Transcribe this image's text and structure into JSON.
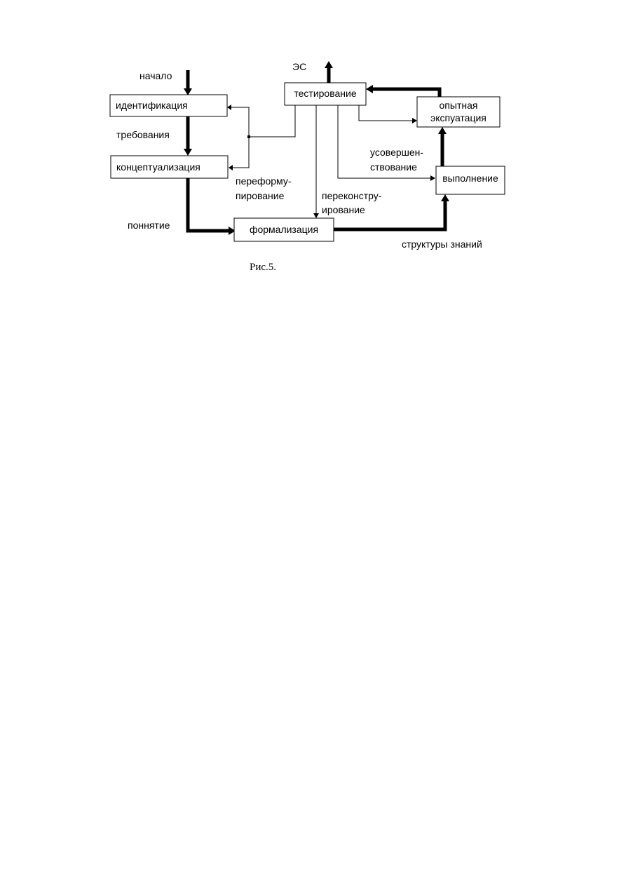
{
  "boxes": {
    "identification": "идентификация",
    "conceptualization": "концептуализация",
    "formalization": "формализация",
    "testing": "тестирование",
    "trial_line1": "опытная",
    "trial_line2": "экспуатация",
    "implementation": "выполнение"
  },
  "labels": {
    "start": "начало",
    "es": "ЭС",
    "requirements": "требования",
    "concepts": "поннятие",
    "knowledge_structures": "структуры знаний",
    "improvement_line1": "усовершен-",
    "improvement_line2": "ствование",
    "reformulation_line1": "переформу-",
    "reformulation_line2": "пирование",
    "redesign_line1": "переконстру-",
    "redesign_line2": "ирование"
  },
  "caption": "Рис.5."
}
